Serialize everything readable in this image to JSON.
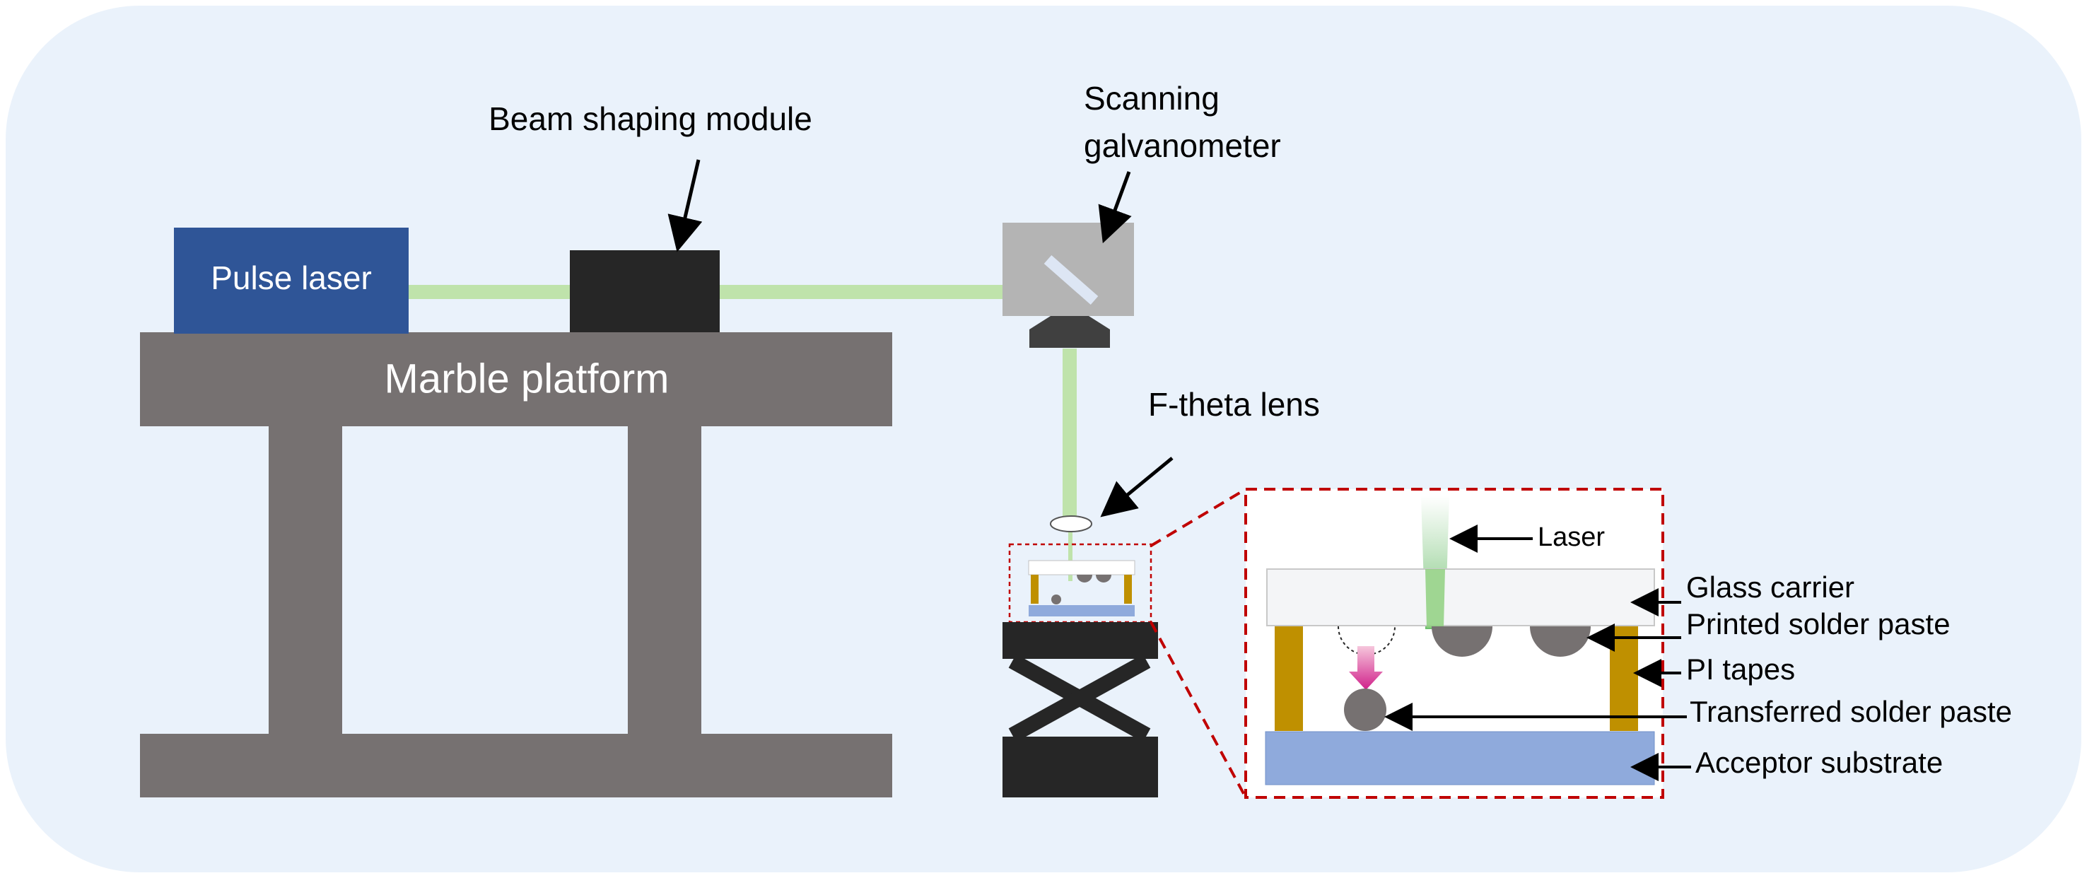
{
  "labels": {
    "pulse_laser": "Pulse laser",
    "marble_platform": "Marble platform",
    "beam_shaping_module": "Beam shaping module",
    "scanning_line1": "Scanning",
    "scanning_line2": "galvanometer",
    "f_theta_lens": "F-theta lens"
  },
  "inset_labels": {
    "laser": "Laser",
    "glass_carrier": "Glass carrier",
    "printed_solder_paste": "Printed solder paste",
    "pi_tapes": "PI tapes",
    "transferred_solder_paste": "Transferred solder paste",
    "acceptor_substrate": "Acceptor substrate"
  },
  "colors": {
    "panel_background": "#eaf2fb",
    "laser_box": "#2f5597",
    "platform": "#767171",
    "dark_module": "#262626",
    "beam": "#bfe3ab",
    "galvo_box": "#b4b4b4",
    "pi_tape": "#bf9000",
    "substrate": "#8faadc",
    "solder": "#767171",
    "inset_border": "#c00000"
  }
}
